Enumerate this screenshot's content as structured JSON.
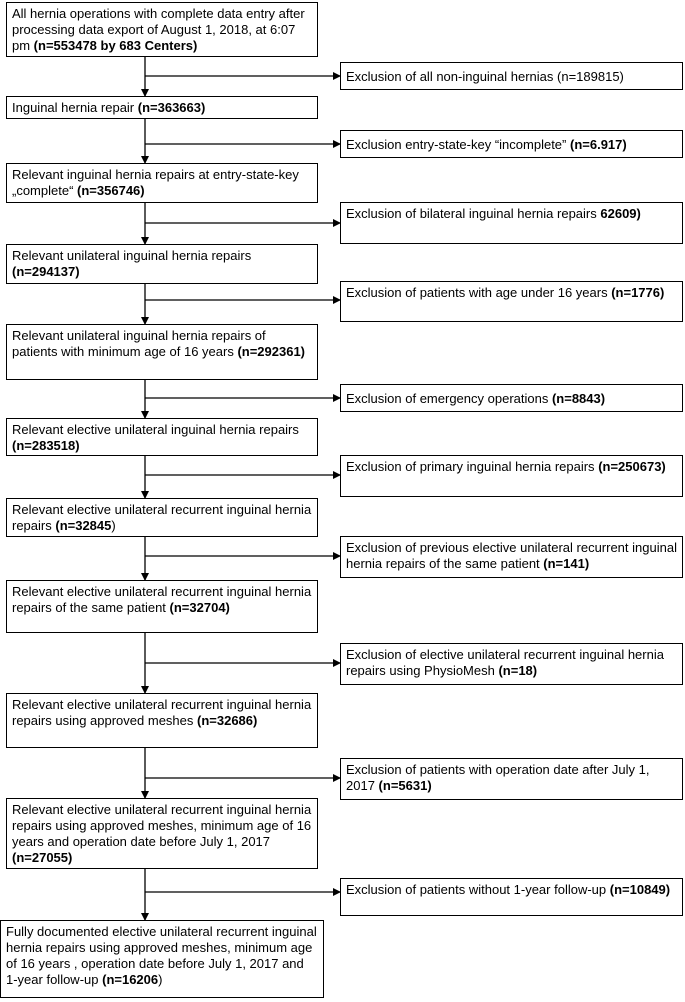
{
  "flow": {
    "main": [
      {
        "pre": "All hernia operations with complete data entry after processing data export of August 1, 2018, at 6:07 pm  ",
        "bold": "(n=553478 by 683 Centers)",
        "post": ""
      },
      {
        "pre": "Inguinal hernia repair ",
        "bold": "(n=363663)",
        "post": ""
      },
      {
        "pre": "Relevant inguinal hernia repairs at entry-state-key „complete“ ",
        "bold": "(n=356746)",
        "post": ""
      },
      {
        "pre": "Relevant  unilateral inguinal hernia repairs ",
        "bold": "(n=294137)",
        "post": ""
      },
      {
        "pre": "Relevant unilateral  inguinal hernia repairs of patients with minimum age of 16 years ",
        "bold": "(n=292361)",
        "post": ""
      },
      {
        "pre": "Relevant elective unilateral inguinal hernia repairs  ",
        "bold": "(n=283518)",
        "post": ""
      },
      {
        "pre": "Relevant elective unilateral recurrent  inguinal hernia repairs ",
        "bold": "(n=32845",
        "post": ")"
      },
      {
        "pre": "Relevant elective unilateral recurrent  inguinal hernia repairs  of the same patient ",
        "bold": "(n=32704)",
        "post": ""
      },
      {
        "pre": "Relevant elective unilateral recurrent  inguinal hernia repairs using approved meshes ",
        "bold": "(n=32686)",
        "post": ""
      },
      {
        "pre": "Relevant elective unilateral recurrent  inguinal hernia repairs using approved meshes, minimum age of 16 years and operation date before July 1, 2017 ",
        "bold": "(n=27055)",
        "post": ""
      },
      {
        "pre": "Fully documented elective unilateral recurrent inguinal hernia repairs using approved meshes, minimum age of 16 years , operation date before July 1, 2017  and 1-year follow-up ",
        "bold": "(n=16206",
        "post": ")"
      }
    ],
    "exclusions": [
      {
        "pre": "Exclusion of all non-inguinal hernias  (n=189815)",
        "bold": "",
        "post": ""
      },
      {
        "pre": "Exclusion entry-state-key “incomplete” ",
        "bold": "(n=6.917)",
        "post": ""
      },
      {
        "pre": "Exclusion of bilateral inguinal hernia repairs ",
        "bold": "62609)",
        "post": ""
      },
      {
        "pre": "Exclusion of patients with age under 16 years ",
        "bold": "(n=1776)",
        "post": ""
      },
      {
        "pre": "Exclusion  of emergency operations  ",
        "bold": "(n=8843)",
        "post": ""
      },
      {
        "pre": "Exclusion of primary inguinal hernia repairs ",
        "bold": "(n=250673)",
        "post": ""
      },
      {
        "pre": "Exclusion of previous elective unilateral recurrent inguinal hernia repairs  of the same patient ",
        "bold": "(n=141)",
        "post": ""
      },
      {
        "pre": "Exclusion  of elective unilateral recurrent  inguinal hernia repairs using PhysioMesh ",
        "bold": "(n=18)",
        "post": ""
      },
      {
        "pre": "Exclusion of patients with operation date after July 1, 2017 ",
        "bold": "(n=5631)",
        "post": ""
      },
      {
        "pre": "Exclusion of patients without 1-year follow-up ",
        "bold": "(n=10849)",
        "post": ""
      }
    ]
  }
}
